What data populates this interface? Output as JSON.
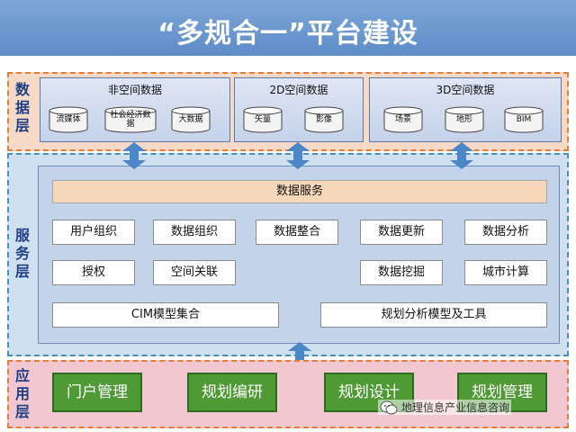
{
  "title": "“多规合一”平台建设",
  "layers": {
    "data": {
      "label": "数据层",
      "groups": [
        {
          "title": "非空间数据",
          "items": [
            "流媒体",
            "社会经济数据",
            "大数据"
          ]
        },
        {
          "title": "2D空间数据",
          "items": [
            "矢量",
            "影像"
          ]
        },
        {
          "title": "3D空间数据",
          "items": [
            "场景",
            "地形",
            "BIM"
          ]
        }
      ]
    },
    "service": {
      "label": "服务层",
      "data_service": "数据服务",
      "row1": [
        "用户组织",
        "数据组织",
        "数据整合",
        "数据更新",
        "数据分析"
      ],
      "row2": [
        "授权",
        "空间关联",
        "数据挖掘",
        "城市计算"
      ],
      "row3": [
        "CIM模型集合",
        "规划分析模型及工具"
      ]
    },
    "application": {
      "label": "应用层",
      "items": [
        "门户管理",
        "规划编研",
        "规划设计",
        "规划管理"
      ]
    }
  },
  "watermark": "地理信息产业信息咨询",
  "colors": {
    "title_bar": "#6a97cf",
    "data_layer_bg": "#f6d9c7",
    "service_layer_bg": "#cfe0ee",
    "app_layer_bg": "#f2c7cf",
    "app_button": "#4f9a35",
    "arrow": "#4a86c8",
    "data_service_bg": "#f7d7ba"
  }
}
